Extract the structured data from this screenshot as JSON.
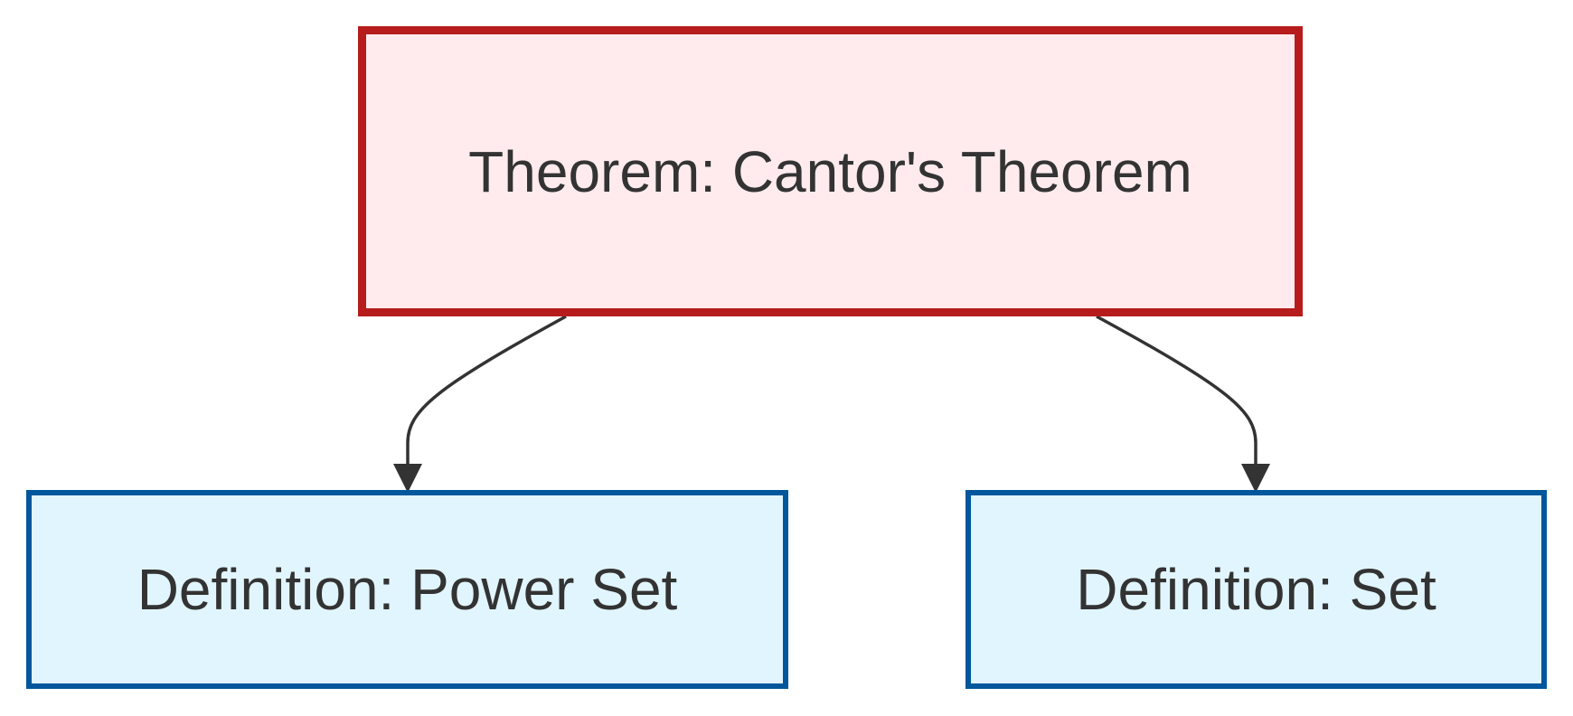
{
  "diagram": {
    "nodes": {
      "theorem": {
        "label": "Theorem: Cantor's Theorem",
        "kind": "theorem"
      },
      "power_set": {
        "label": "Definition: Power Set",
        "kind": "definition"
      },
      "set": {
        "label": "Definition: Set",
        "kind": "definition"
      }
    },
    "edges": [
      {
        "from": "theorem",
        "to": "power_set"
      },
      {
        "from": "theorem",
        "to": "set"
      }
    ],
    "colors": {
      "theorem_fill": "#ffebee",
      "theorem_border": "#b71c1c",
      "definition_fill": "#e1f5fe",
      "definition_border": "#01579b",
      "edge": "#333333",
      "text": "#333333"
    }
  }
}
